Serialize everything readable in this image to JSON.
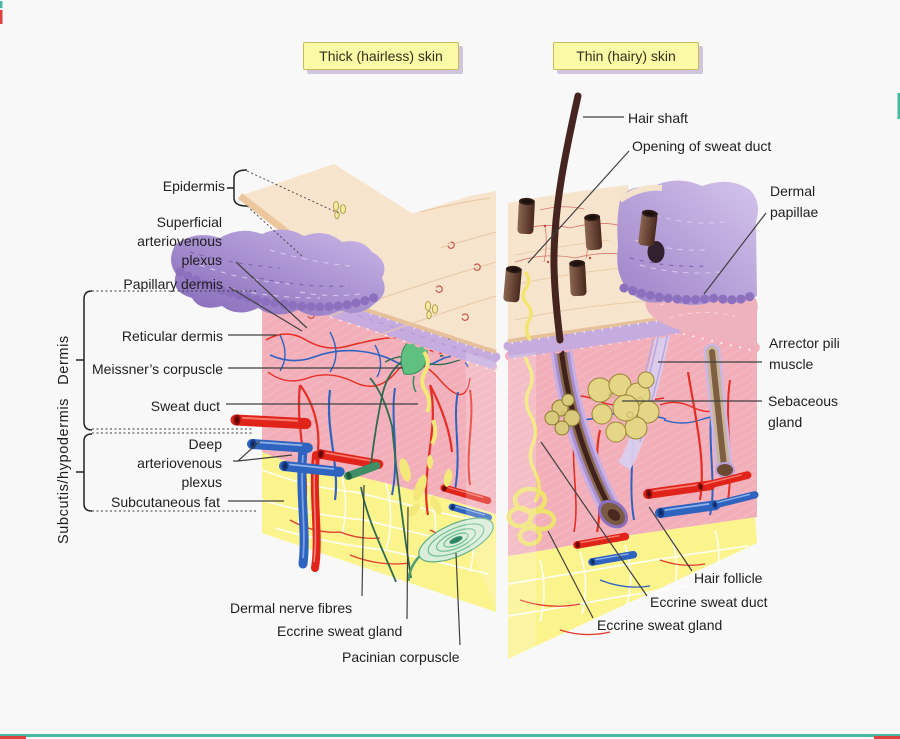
{
  "figure": {
    "title_thick": "Thick (hairless) skin",
    "title_thin": "Thin (hairy) skin"
  },
  "left_labels": {
    "epidermis": "Epidermis",
    "superficial_av_plexus": "Superficial\narteriovenous\nplexus",
    "papillary_dermis": "Papillary dermis",
    "reticular_dermis": "Reticular dermis",
    "meissners_corpuscle": "Meissner’s corpuscle",
    "sweat_duct": "Sweat duct",
    "deep_av_plexus": "Deep\narteriovenous\nplexus",
    "subcutaneous_fat": "Subcutaneous fat",
    "dermis_vertical": "Dermis",
    "subcutis_vertical": "Subcutis/hypodermis"
  },
  "bottom_labels": {
    "dermal_nerve_fibres": "Dermal nerve fibres",
    "eccrine_sweat_gland": "Eccrine sweat gland",
    "pacinian_corpuscle": "Pacinian corpuscle"
  },
  "right_labels": {
    "hair_shaft": "Hair shaft",
    "opening_of_sweat_duct": "Opening of sweat duct",
    "dermal_papillae": "Dermal\npapillae",
    "arrector_pili_muscle": "Arrector pili\nmuscle",
    "sebaceous_gland": "Sebaceous\ngland",
    "hair_follicle": "Hair follicle",
    "eccrine_sweat_duct": "Eccrine sweat duct",
    "eccrine_sweat_gland": "Eccrine sweat gland"
  },
  "colors": {
    "label_box_fill": "#FAF9A5",
    "label_box_border": "#C9BA5A",
    "epidermis_surface": "#F7E4CC",
    "papillae_purple": "#A88BD0",
    "dermis_pink": "#F2AEB9",
    "subcutis_yellow": "#FBF38C",
    "artery_red": "#E62E24",
    "vein_blue": "#2F63C0",
    "nerve_green": "#2F6B4F",
    "hair_brown": "#46241F",
    "gland_yellow": "#F4E87A"
  }
}
